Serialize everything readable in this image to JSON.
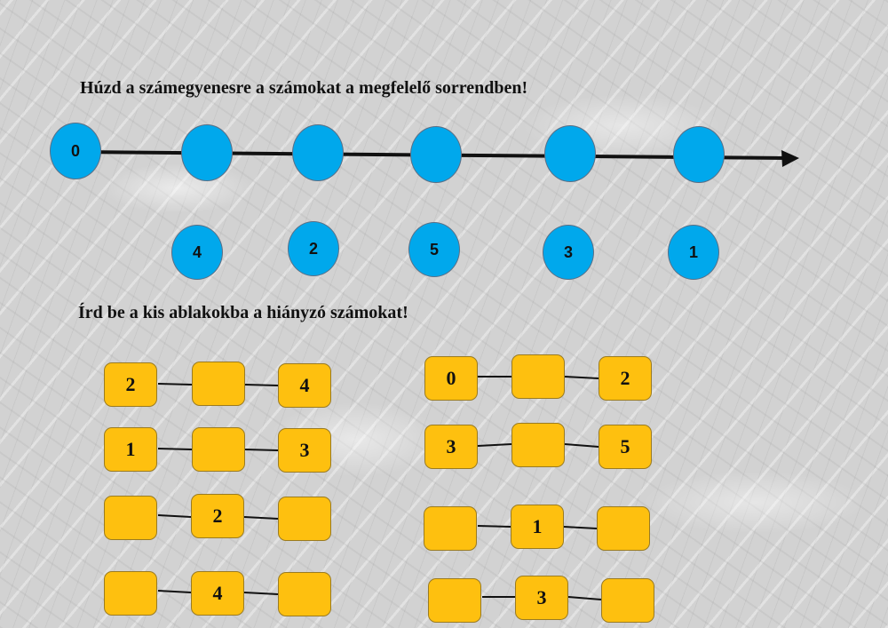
{
  "instruction_1": "Húzd a számegyenesre a számokat a megfelelő sorrendben!",
  "instruction_2": "Írd be a kis ablakokba a hiányzó számokat!",
  "number_line": {
    "start_label": "0",
    "empty_slot_count": 5
  },
  "draggable_numbers": [
    "4",
    "2",
    "5",
    "3",
    "1"
  ],
  "sequences": [
    {
      "values": [
        "2",
        "",
        "4"
      ]
    },
    {
      "values": [
        "1",
        "",
        "3"
      ]
    },
    {
      "values": [
        "",
        "2",
        ""
      ]
    },
    {
      "values": [
        "",
        "4",
        ""
      ]
    },
    {
      "values": [
        "0",
        "",
        "2"
      ]
    },
    {
      "values": [
        "3",
        "",
        "5"
      ]
    },
    {
      "values": [
        "",
        "1",
        ""
      ]
    },
    {
      "values": [
        "",
        "3",
        ""
      ]
    }
  ],
  "colors": {
    "oval_fill": "#00a8ec",
    "box_fill": "#fec00f",
    "line": "#111111"
  }
}
